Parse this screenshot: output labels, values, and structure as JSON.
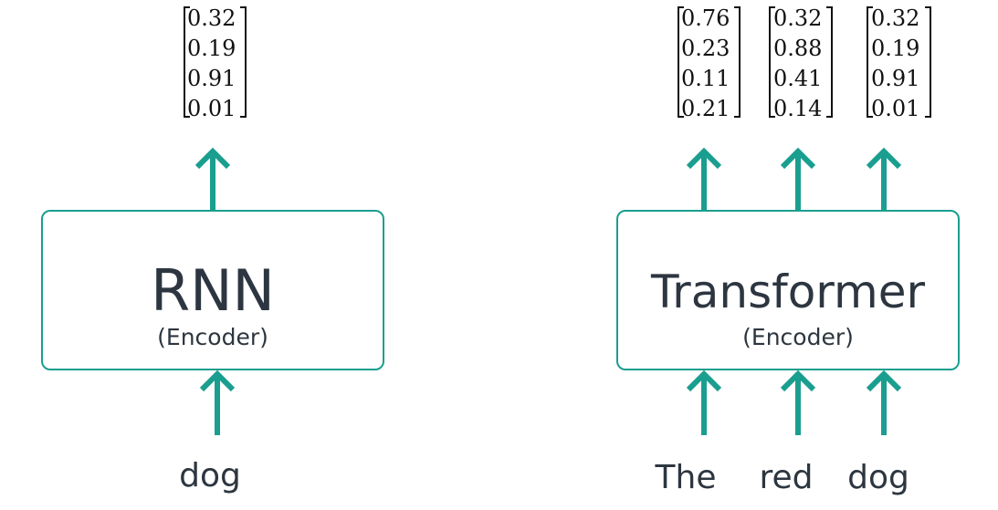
{
  "colors": {
    "accent": "#1a9e8f",
    "text": "#2d3640",
    "matrix": "#111111"
  },
  "rnn": {
    "title": "RNN",
    "subtitle": "(Encoder)",
    "input_tokens": [
      "dog"
    ],
    "output_vectors": [
      [
        "0.32",
        "0.19",
        "0.91",
        "0.01"
      ]
    ]
  },
  "transformer": {
    "title": "Transformer",
    "subtitle": "(Encoder)",
    "input_tokens": [
      "The",
      "red",
      "dog"
    ],
    "output_vectors": [
      [
        "0.76",
        "0.23",
        "0.11",
        "0.21"
      ],
      [
        "0.32",
        "0.88",
        "0.41",
        "0.14"
      ],
      [
        "0.32",
        "0.19",
        "0.91",
        "0.01"
      ]
    ]
  }
}
